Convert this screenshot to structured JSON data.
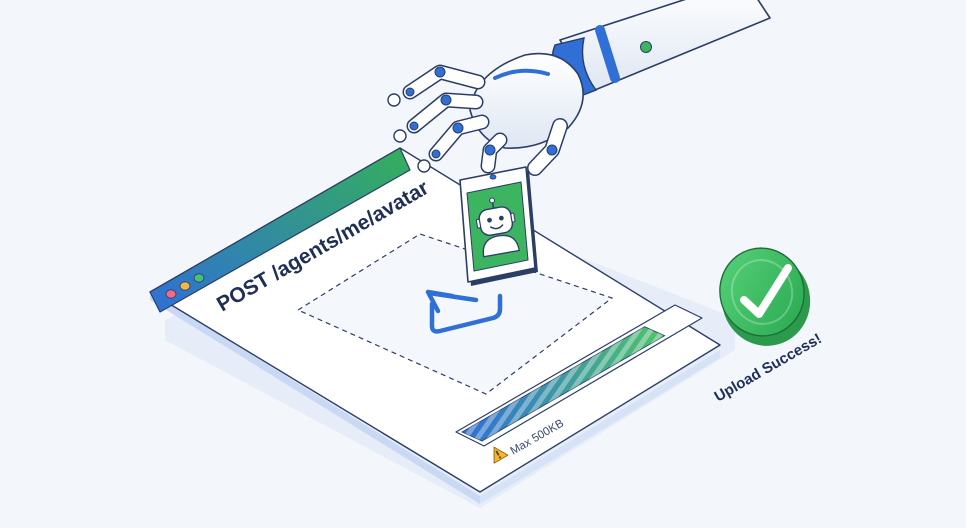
{
  "window": {
    "endpoint_title": "POST /agents/me/avatar",
    "controls": {
      "close_color": "#f06b8a",
      "minimize_color": "#f5b54a",
      "maximize_color": "#43c07a"
    }
  },
  "upload": {
    "progress_fraction": 0.87,
    "size_warning": "Max 500KB",
    "status_message": "Upload Success!"
  },
  "icons": {
    "upload": "upload-arrow-icon",
    "warning": "warning-icon",
    "success": "checkmark-icon",
    "avatar": "robot-face-icon"
  },
  "colors": {
    "accent_blue": "#2f6fd6",
    "accent_green": "#34b05a",
    "success_green": "#3cc463",
    "page_background": "#f3f6fb"
  }
}
